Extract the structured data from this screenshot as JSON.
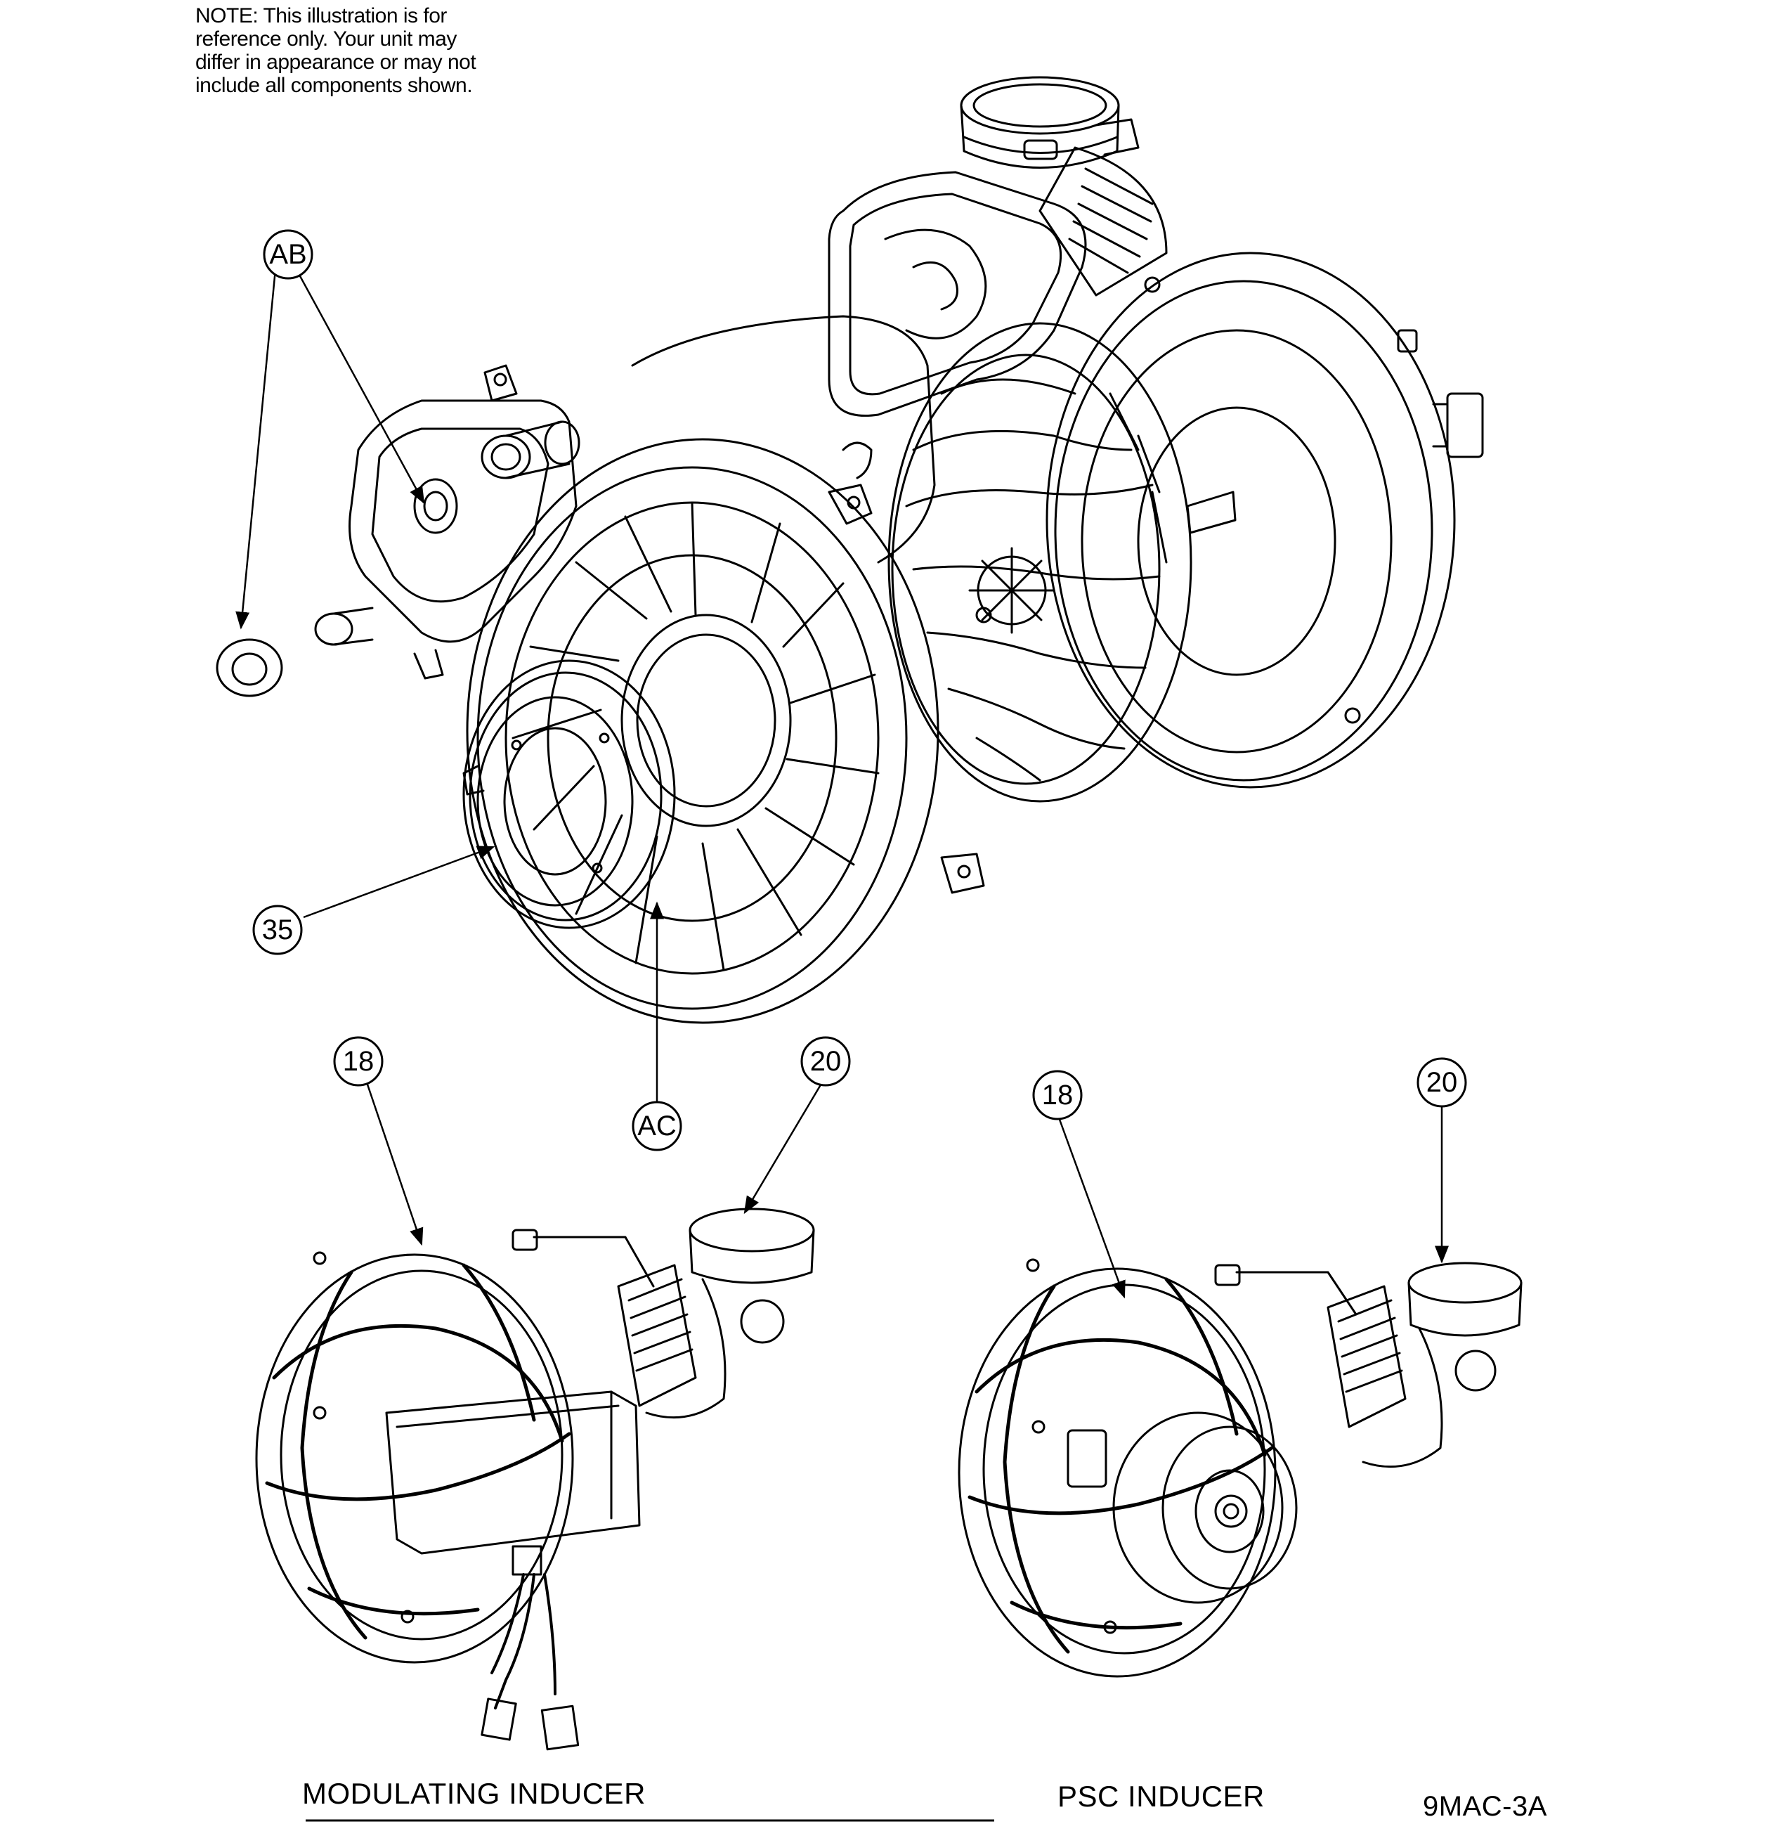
{
  "note": {
    "lines": [
      "NOTE: This illustration is for",
      "reference only. Your unit may",
      "differ in appearance or may not",
      "include all components shown."
    ]
  },
  "callouts": {
    "ab": "AB",
    "c35": "35",
    "ac": "AC",
    "mod_18": "18",
    "mod_20": "20",
    "psc_18": "18",
    "psc_20": "20"
  },
  "captions": {
    "modulating": "MODULATING INDUCER",
    "psc": "PSC INDUCER",
    "figure_id": "9MAC-3A"
  }
}
